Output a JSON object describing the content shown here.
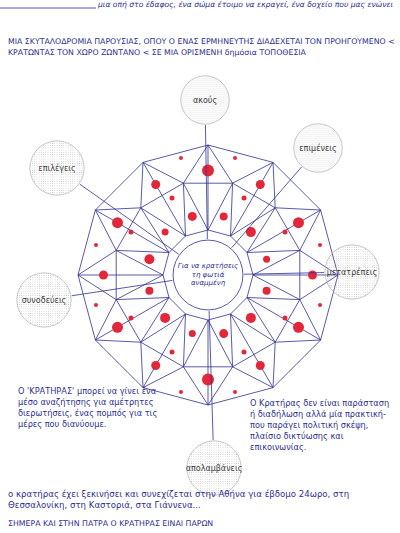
{
  "diagram": {
    "nodes": [
      {
        "text": [
          "ακούς"
        ]
      },
      {
        "text": [
          "επιμένεις"
        ]
      },
      {
        "text": [
          "επιλέγεις"
        ]
      },
      {
        "text": [
          "μετατρέπεις"
        ]
      },
      {
        "text": [
          "Για να κρατήσεις τη φωτιά αναμμένη"
        ]
      },
      {
        "text": [
          "συνοδεύεις"
        ]
      },
      {
        "text": [
          "απολαμβάνεις"
        ]
      }
    ],
    "edges": [
      {
        "from": 4,
        "to": 0,
        "arrow": "none"
      },
      {
        "from": 4,
        "to": 1,
        "arrow": "none"
      },
      {
        "from": 4,
        "to": 2,
        "arrow": "none"
      },
      {
        "from": 4,
        "to": 3,
        "arrow": "none"
      },
      {
        "from": 4,
        "to": 5,
        "arrow": "none"
      },
      {
        "from": 4,
        "to": 6,
        "arrow": "none"
      }
    ],
    "labels": [
      "μια οπή στο έδαφος, ένα σώμα έτοιμο να εκραγεί, ένα δοχείο που μας ενώνει",
      "ΜΙΑ ΣΚΥΤΑΛΟΔΡΟΜΙΑ ΠΑΡΟΥΣΙΑΣ, ΟΠΟΥ Ο ΕΝΑΣ ΕΡΜΗΝΕΥΤΗΣ ΔΙΑΔΕΧΕΤΑΙ ΤΟΝ ΠΡΟΗΓΟΥΜΕΝΟ < ΚΡΑΤΩΝΤΑΣ ΤΟΝ ΧΩΡΟ ΖΩΝΤΑΝΟ < ΣΕ ΜΙΑ ΟΡΙΣΜΕΝΗ δημόσια ΤΟΠΟΘΕΣΙΑ",
      "Ο 'ΚΡΑΤΗΡΑΣ' μπορεί να γίνει ένα μέσο αναζήτησης για αμέτρητες διερωτήσεις, ένας πομπός για τις μέρες που διανύουμε.",
      "Ο Κρατήρας δεν είναι παράσταση ή διαδήλωση αλλά μία πρακτική- που παράγει πολιτική σκέψη, πλαίσιο δικτύωσης και επικοινωνίας.",
      "ο κρατήρας έχει ξεκινήσει και συνεχίζεται στην Αθήνα για έβδομο 24ωρο, στη Θεσσαλονίκη, στη Καστοριά, στα Γιάννενα...",
      "ΣΗΜΕΡΑ ΚΑΙ ΣΤΗΝ ΠΑΤΡΑ Ο ΚΡΑΤΗΡΑΣ ΕΙΝΑΙ ΠΑΡΩΝ"
    ]
  }
}
